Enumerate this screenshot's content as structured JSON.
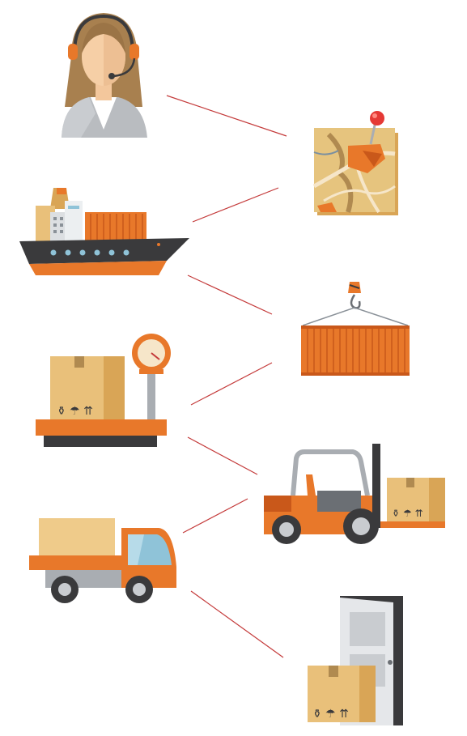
{
  "colors": {
    "orange": "#e8782a",
    "dark_orange": "#c9581a",
    "cardboard": "#e9c07a",
    "cardboard_dark": "#d9a556",
    "connector": "#c43a3a",
    "hull": "#3a3a3c",
    "grey": "#a9adb2",
    "map_paper": "#e6c47e"
  },
  "nodes": [
    {
      "id": "operator",
      "icon": "support-operator-icon"
    },
    {
      "id": "ship",
      "icon": "cargo-ship-icon"
    },
    {
      "id": "scale",
      "icon": "weighing-scale-icon"
    },
    {
      "id": "truck",
      "icon": "delivery-truck-icon"
    },
    {
      "id": "map",
      "icon": "route-map-icon"
    },
    {
      "id": "container",
      "icon": "hoisted-container-icon"
    },
    {
      "id": "forklift",
      "icon": "forklift-icon"
    },
    {
      "id": "door",
      "icon": "door-delivery-icon"
    }
  ],
  "connections": [
    {
      "from": "operator",
      "to": "map"
    },
    {
      "from": "map",
      "to": "ship"
    },
    {
      "from": "ship",
      "to": "container"
    },
    {
      "from": "container",
      "to": "scale"
    },
    {
      "from": "scale",
      "to": "forklift"
    },
    {
      "from": "forklift",
      "to": "truck"
    },
    {
      "from": "truck",
      "to": "door"
    }
  ]
}
